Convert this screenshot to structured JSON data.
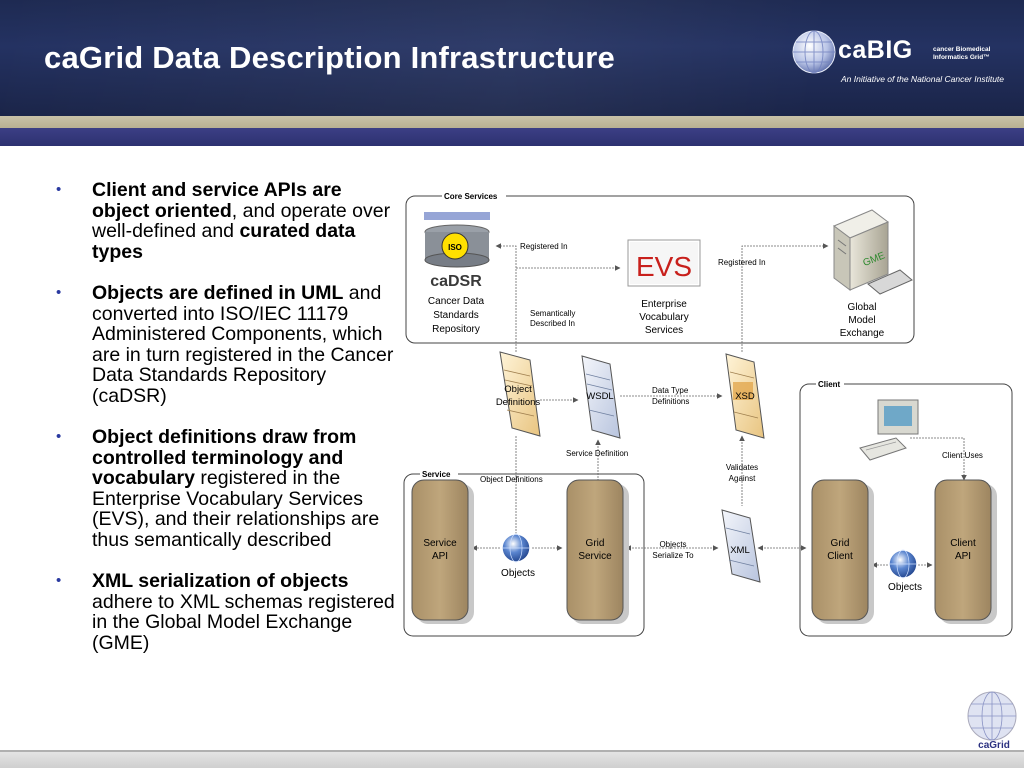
{
  "slide": {
    "title": "caGrid Data Description Infrastructure"
  },
  "logo": {
    "brand": "caBIG",
    "tagline_1": "cancer Biomedical",
    "tagline_2": "Informatics Grid™",
    "subtitle": "An Initiative of the National Cancer Institute",
    "corner_brand": "caGrid"
  },
  "bullets": [
    {
      "bold": "Client and service APIs are object oriented",
      "normal": ", and operate over well-defined and ",
      "bold2": "curated data types"
    },
    {
      "bold": "Objects are defined in UML",
      "normal": " and converted into ISO/IEC 11179 Administered Components, which are in turn registered in the Cancer Data Standards Repository (caDSR)"
    },
    {
      "bold": "Object definitions draw from controlled terminology and vocabulary",
      "normal": " registered in the Enterprise Vocabulary Services (EVS), and their relationships are thus semantically described"
    },
    {
      "bold": "XML serialization of objects",
      "normal": " adhere to XML schemas registered in the Global Model Exchange (GME)"
    }
  ],
  "diagram": {
    "core_services_label": "Core Services",
    "client_label": "Client",
    "service_label": "Service",
    "cadsr": {
      "logo_text": "caDSR",
      "iso": "ISO",
      "label_1": "Cancer Data",
      "label_2": "Standards",
      "label_3": "Repository"
    },
    "evs": {
      "logo_text": "EVS",
      "label_1": "Enterprise",
      "label_2": "Vocabulary",
      "label_3": "Services"
    },
    "gme": {
      "badge": "GME",
      "label_1": "Global",
      "label_2": "Model",
      "label_3": "Exchange"
    },
    "registered_in_1": "Registered In",
    "registered_in_2": "Registered In",
    "semantically_1": "Semantically",
    "semantically_2": "Described In",
    "doc_object_1": "Object",
    "doc_object_2": "Definitions",
    "doc_wsdl": "WSDL",
    "doc_xsd": "XSD",
    "doc_xml": "XML",
    "data_type_1": "Data Type",
    "data_type_2": "Definitions",
    "service_definition": "Service Definition",
    "validates_1": "Validates",
    "validates_2": "Against",
    "object_definitions": "Object Definitions",
    "service_api_1": "Service",
    "service_api_2": "API",
    "grid_service_1": "Grid",
    "grid_service_2": "Service",
    "objects_service": "Objects",
    "serialize_1": "Objects",
    "serialize_2": "Serialize To",
    "grid_client_1": "Grid",
    "grid_client_2": "Client",
    "client_api_1": "Client",
    "client_api_2": "API",
    "objects_client": "Objects",
    "client_uses": "Client Uses"
  }
}
